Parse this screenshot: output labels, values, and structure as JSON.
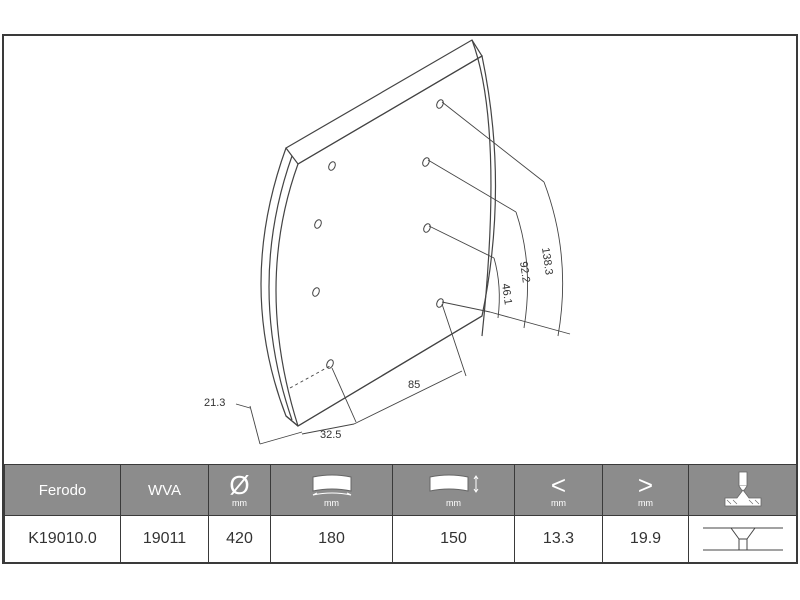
{
  "dimensions": {
    "d_138": "138.3",
    "d_92": "92.2",
    "d_46": "46.1",
    "d_85": "85",
    "d_21": "21.3",
    "d_32": "32.5"
  },
  "table": {
    "headers": {
      "ferodo": "Ferodo",
      "wva": "WVA",
      "diameter_symbol": "Ø",
      "diameter_unit": "mm",
      "width_unit": "mm",
      "length_unit": "mm",
      "min_symbol": "<",
      "min_unit": "mm",
      "max_symbol": ">",
      "max_unit": "mm"
    },
    "values": {
      "ferodo": "K19010.0",
      "wva": "19011",
      "diameter": "420",
      "width": "180",
      "length": "150",
      "min": "13.3",
      "max": "19.9"
    }
  },
  "colors": {
    "header_bg": "#8c8c8c",
    "line": "#3a3a3a"
  }
}
